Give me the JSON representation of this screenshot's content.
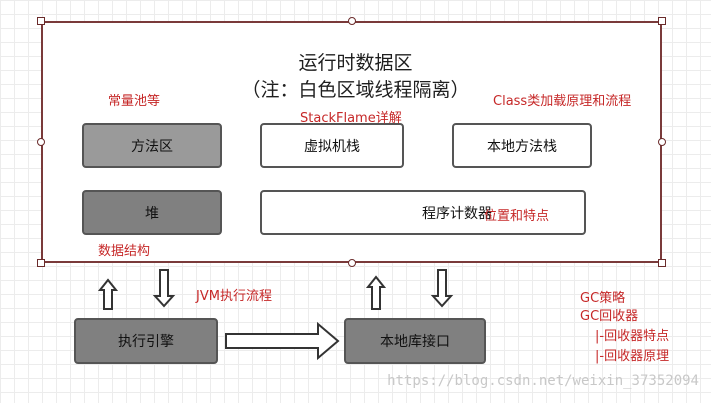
{
  "title": {
    "line1": "运行时数据区",
    "line2": "（注：白色区域线程隔离）"
  },
  "boxes": {
    "method_area": "方法区",
    "vm_stack": "虚拟机栈",
    "native_method_stack": "本地方法栈",
    "heap": "堆",
    "program_counter": "程序计数器",
    "execution_engine": "执行引擎",
    "native_interface": "本地库接口"
  },
  "annotations": {
    "constant_pool": "常量池等",
    "stack_frame": "StackFlame详解",
    "class_loading": "Class类加载原理和流程",
    "position": "位置和特点",
    "data_structure": "数据结构",
    "jvm_flow": "JVM执行流程",
    "gc_strategy": "GC策略",
    "gc_collector": "GC回收器",
    "gc_features": "|-回收器特点",
    "gc_principle": "|-回收器原理"
  },
  "watermark": "https://blog.csdn.net/weixin_37352094",
  "colors": {
    "annotation": "#c62828",
    "frame_border": "#7a3a3a",
    "box_border": "#555555"
  }
}
